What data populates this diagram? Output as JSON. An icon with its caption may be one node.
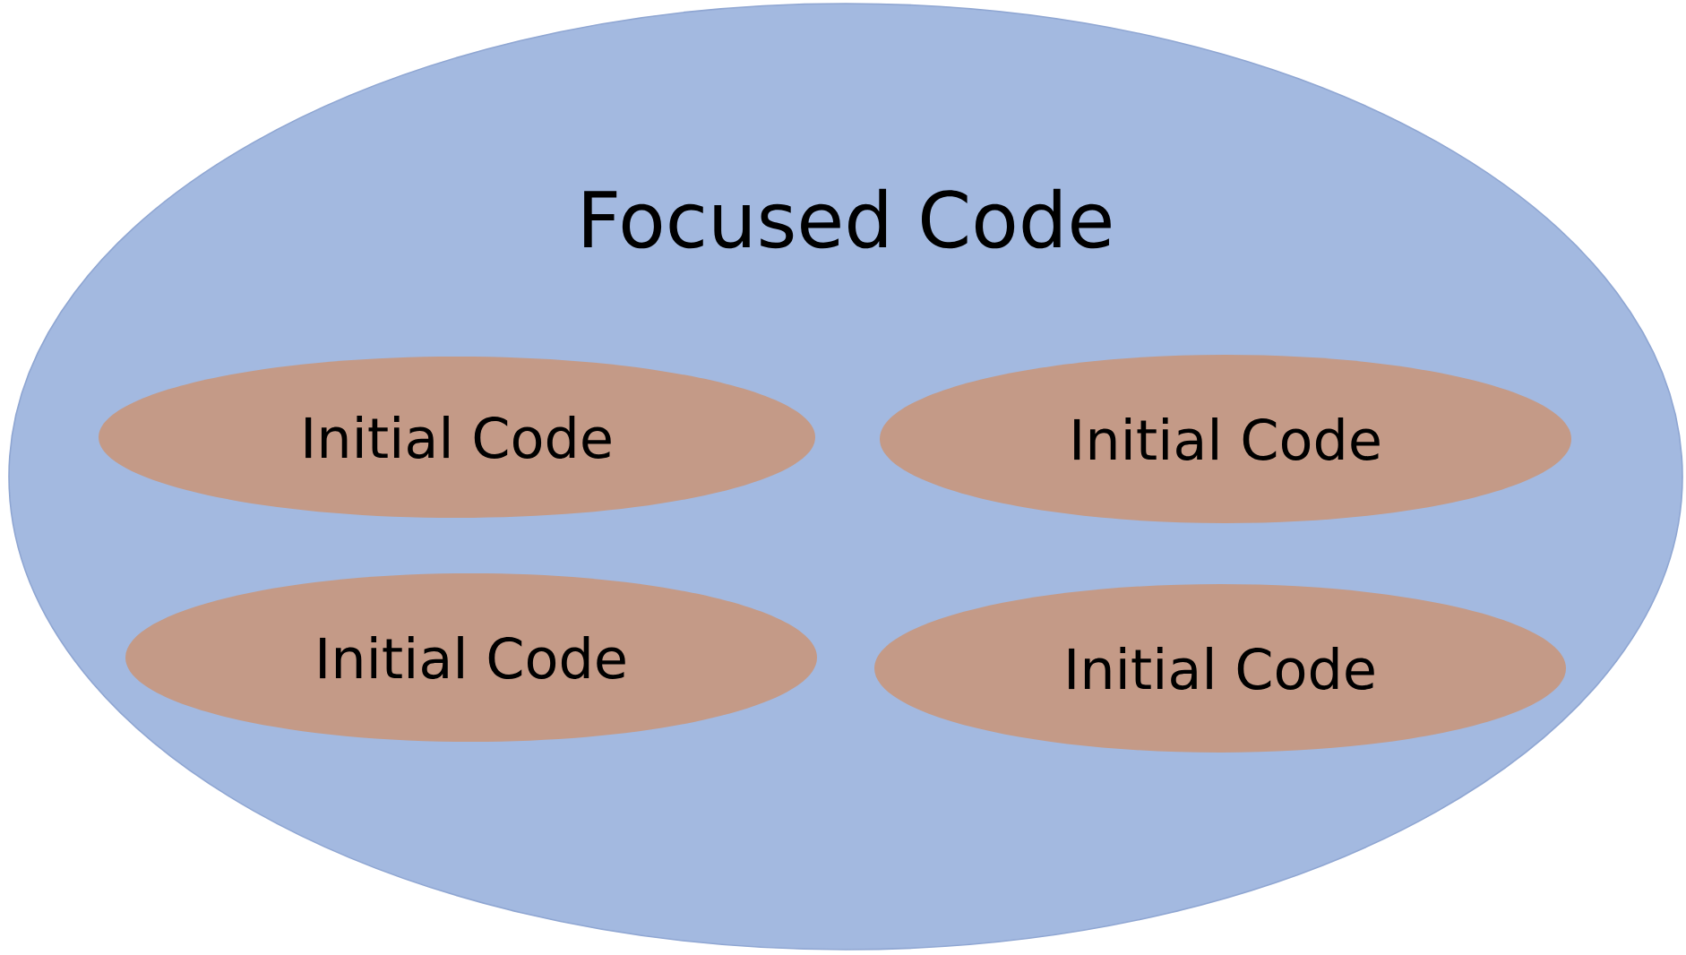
{
  "diagram": {
    "nodes": [
      {
        "text": [
          "Focused Code"
        ]
      },
      {
        "text": [
          "Initial Code"
        ],
        "in": 0
      },
      {
        "text": [
          "Initial Code"
        ],
        "in": 0
      },
      {
        "text": [
          "Initial Code"
        ],
        "in": 0
      },
      {
        "text": [
          "Initial Code"
        ],
        "in": 0
      }
    ]
  }
}
